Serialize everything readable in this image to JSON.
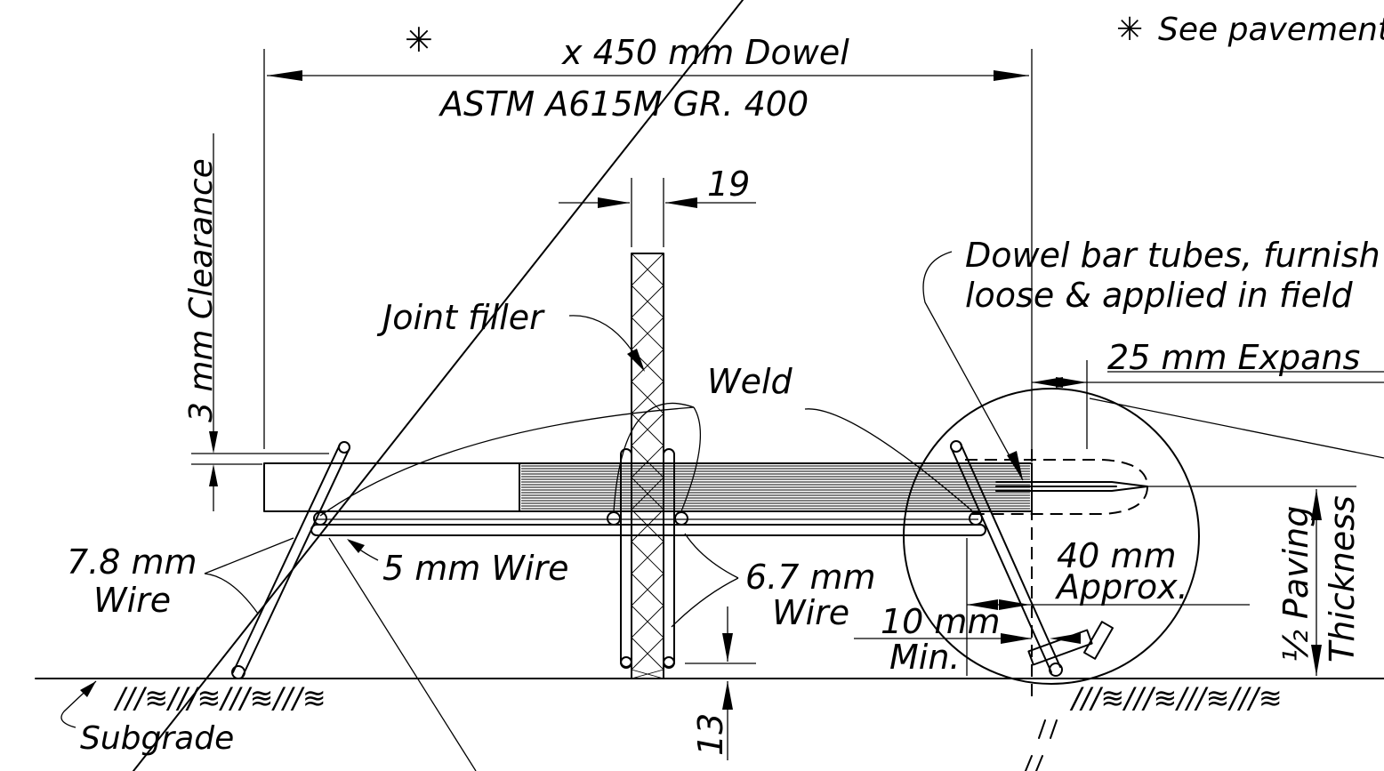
{
  "notes": {
    "asterisk": "✳",
    "see_pavement": "See pavement"
  },
  "labels": {
    "dowel_size": "x 450 mm Dowel",
    "astm": "ASTM A615M GR. 400",
    "clearance": "3 mm Clearance",
    "dim_19": "19",
    "joint_filler": "Joint filler",
    "weld": "Weld",
    "dowel_tubes_1": "Dowel bar tubes, furnish",
    "dowel_tubes_2": "loose & applied in field",
    "expansion": "25 mm Expans",
    "wire_78_a": "7.8 mm",
    "wire_78_b": "Wire",
    "wire_5": "5 mm Wire",
    "wire_67_a": "6.7 mm",
    "wire_67_b": "Wire",
    "approx_a": "40 mm",
    "approx_b": "Approx.",
    "min_a": "10 mm",
    "min_b": "Min.",
    "half_paving_a": "½ Paving",
    "half_paving_b": "Thickness",
    "subgrade": "Subgrade",
    "dim_13": "13",
    "subgrade_symbol": "///≋///≋///≋///≋"
  }
}
